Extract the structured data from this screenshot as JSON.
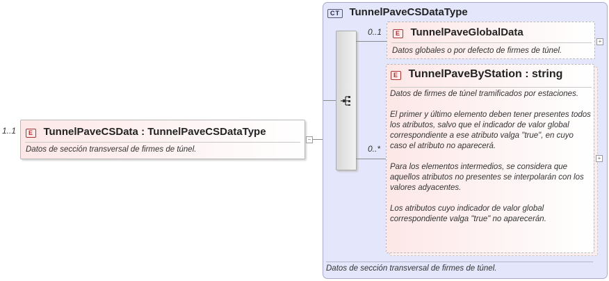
{
  "root": {
    "multiplicity": "1..1",
    "badge": "E",
    "title": "TunnelPaveCSData : TunnelPaveCSDataType",
    "doc": "Datos de sección transversal de firmes de túnel."
  },
  "complex_type": {
    "badge": "CT",
    "title": "TunnelPaveCSDataType",
    "doc": "Datos de sección transversal de firmes de túnel."
  },
  "children": [
    {
      "multiplicity": "0..1",
      "badge": "E",
      "title": "TunnelPaveGlobalData",
      "doc": "Datos globales o por defecto de firmes de túnel."
    },
    {
      "multiplicity": "0..*",
      "badge": "E",
      "title": "TunnelPaveByStation : string",
      "doc": "Datos de firmes de túnel tramificados por estaciones.\n\nEl primer y último elemento deben tener presentes todos los atributos, salvo que el indicador de valor global correspondiente a ese atributo valga \"true\", en cuyo caso el atributo no aparecerá.\n\nPara los elementos intermedios, se considera que aquellos atributos no presentes se interpolarán con los valores adyacentes.\n\nLos atributos cuyo indicador de valor global correspondiente valga \"true\" no aparecerán."
    }
  ],
  "symbols": {
    "expand": "+",
    "collapse": "−"
  },
  "colors": {
    "element_border": "#a33",
    "ct_background": "#e4e6fb",
    "sequence": "#e6e6e6"
  }
}
